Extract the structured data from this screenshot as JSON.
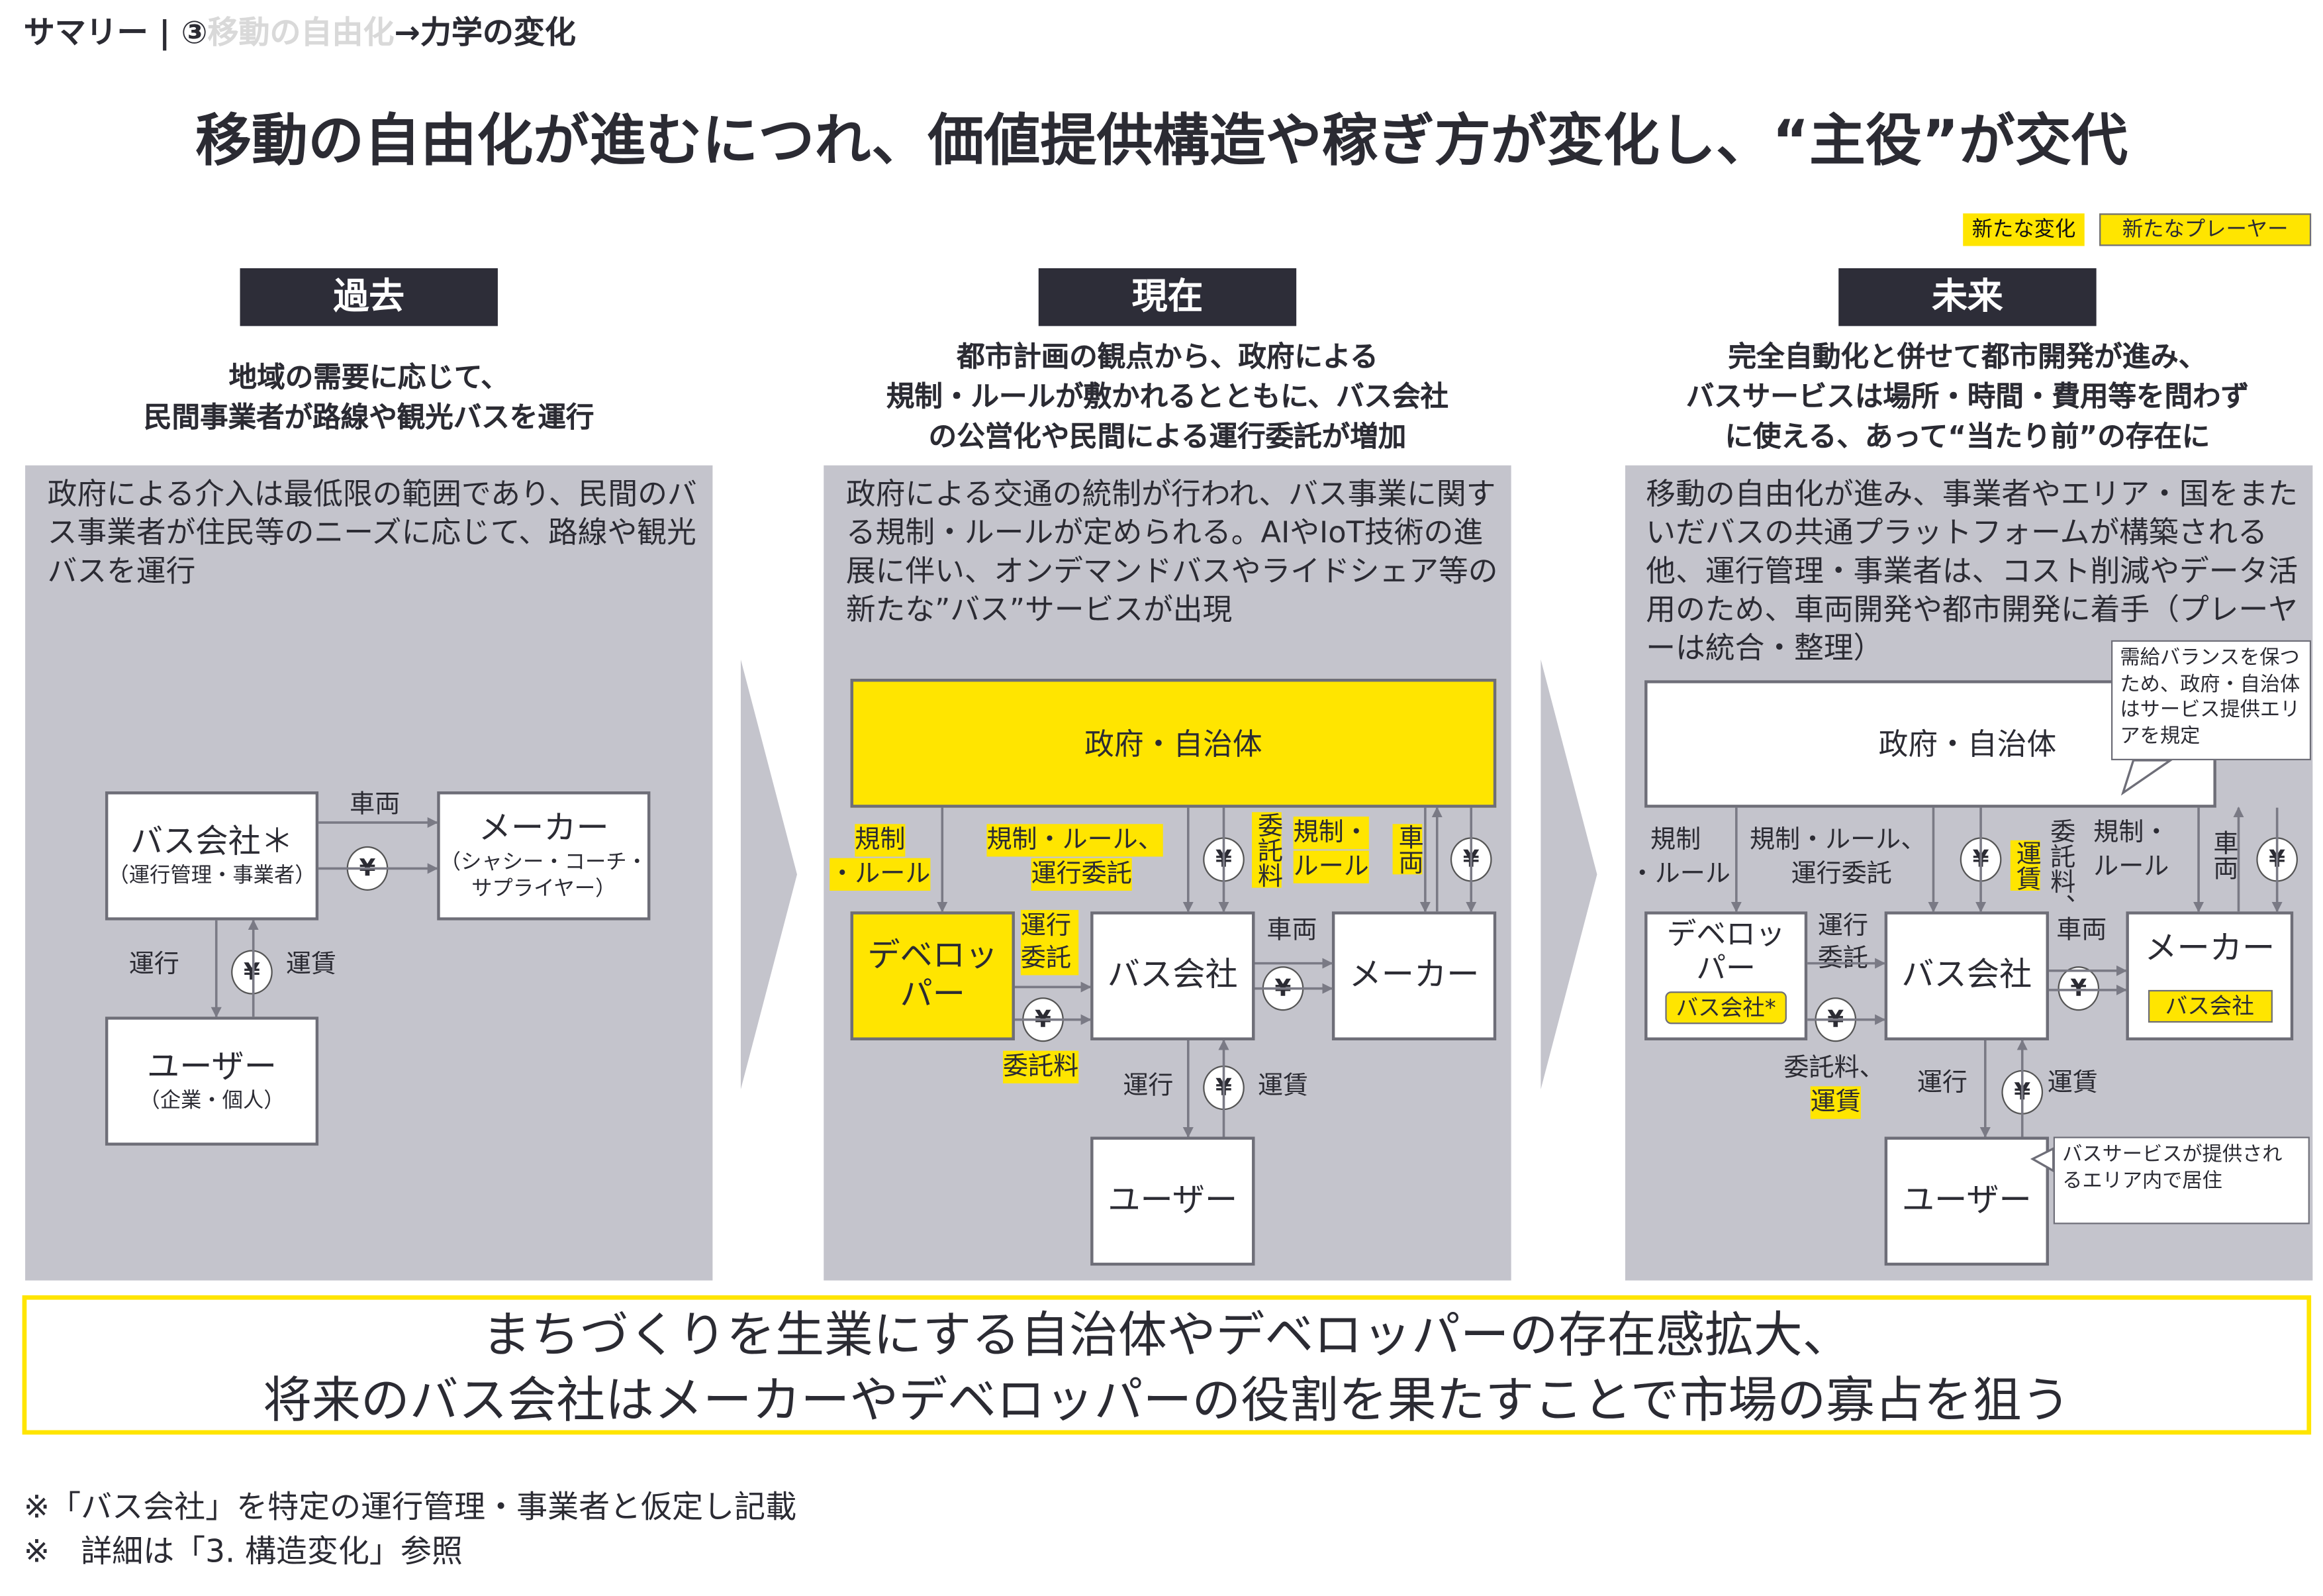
{
  "header": {
    "prefix": "サマリー | ③",
    "dim_part": "移動の自由化",
    "arrow_part": "→力学の変化"
  },
  "title": "移動の自由化が進むにつれ、価値提供構造や稼ぎ方が変化し、“主役”が交代",
  "legend": {
    "new_change": "新たな変化",
    "new_player": "新たなプレーヤー"
  },
  "colors": {
    "accent": "#ffe500",
    "panel": "#c4c4cc",
    "header_bg": "#2d2d38",
    "line": "#7a7a85"
  },
  "past": {
    "header": "過去",
    "subtitle": [
      "地域の需要に応じて、",
      "民間事業者が路線や観光バスを運行"
    ],
    "text": "政府による介入は最低限の範囲であり、民間のバス事業者が住民等のニーズに応じて、路線や観光バスを運行",
    "bus": "バス会社＊",
    "bus_sub": "（運行管理・事業者）",
    "maker": "メーカー",
    "maker_sub": "（シャシー・コーチ・サプライヤー）",
    "user": "ユーザー",
    "user_sub": "（企業・個人）",
    "l_vehicle": "車両",
    "l_operation": "運行",
    "l_fare": "運賃",
    "yen": "¥"
  },
  "present": {
    "header": "現在",
    "subtitle": [
      "都市計画の観点から、政府による",
      "規制・ルールが敷かれるとともに、バス会社",
      "の公営化や民間による運行委託が増加"
    ],
    "text": "政府による交通の統制が行われ、バス事業に関する規制・ルールが定められる。AIやIoT技術の進展に伴い、オンデマンドバスやライドシェア等の新たな”バス”サービスが出現",
    "gov": "政府・自治体",
    "dev": "デベロッパー",
    "bus": "バス会社",
    "maker": "メーカー",
    "user": "ユーザー",
    "l_reg1a": "規制",
    "l_reg1b": "・ルール",
    "l_reg2a": "規制・ルール、",
    "l_reg2b": "運行委託",
    "l_fee_v": "委託料",
    "l_reg3a": "規制・",
    "l_reg3b": "ルール",
    "l_vehicle_v": "車両",
    "l_consign": "運行委託",
    "l_fee": "委託料",
    "l_vehicle": "車両",
    "l_operation": "運行",
    "l_fare": "運賃",
    "yen": "¥"
  },
  "future": {
    "header": "未来",
    "subtitle": [
      "完全自動化と併せて都市開発が進み、",
      "バスサービスは場所・時間・費用等を問わず",
      "に使える、あって“当たり前”の存在に"
    ],
    "text": "移動の自由化が進み、事業者やエリア・国をまたいだバスの共通プラットフォームが構築される他、運行管理・事業者は、コスト削減やデータ活用のため、車両開発や都市開発に着手（プレーヤーは統合・整理）",
    "gov": "政府・自治体",
    "dev": "デベロッパー",
    "dev_badge": "バス会社*",
    "bus": "バス会社",
    "maker": "メーカー",
    "maker_badge": "バス会社",
    "user": "ユーザー",
    "callout_gov": "需給バランスを保つため、政府・自治体はサービス提供エリアを規定",
    "callout_user": "バスサービスが提供されるエリア内で居住",
    "l_reg1a": "規制",
    "l_reg1b": "・ルール",
    "l_reg2a": "規制・ルール、",
    "l_reg2b": "運行委託",
    "l_fare_v": "運賃",
    "l_fee_v": "委託料、",
    "l_reg3a": "規制・",
    "l_reg3b": "ルール",
    "l_vehicle_v": "車両",
    "l_consign": "運行委託",
    "l_fee": "委託料、",
    "l_fee_fare": "運賃",
    "l_vehicle": "車両",
    "l_operation": "運行",
    "l_fare": "運賃",
    "yen": "¥"
  },
  "conclusion": [
    "まちづくりを生業にする自治体やデベロッパーの存在感拡大、",
    "将来のバス会社はメーカーやデベロッパーの役割を果たすことで市場の寡占を狙う"
  ],
  "footnotes": [
    "※「バス会社」を特定の運行管理・事業者と仮定し記載",
    "※　詳細は「3. 構造変化」参照"
  ]
}
